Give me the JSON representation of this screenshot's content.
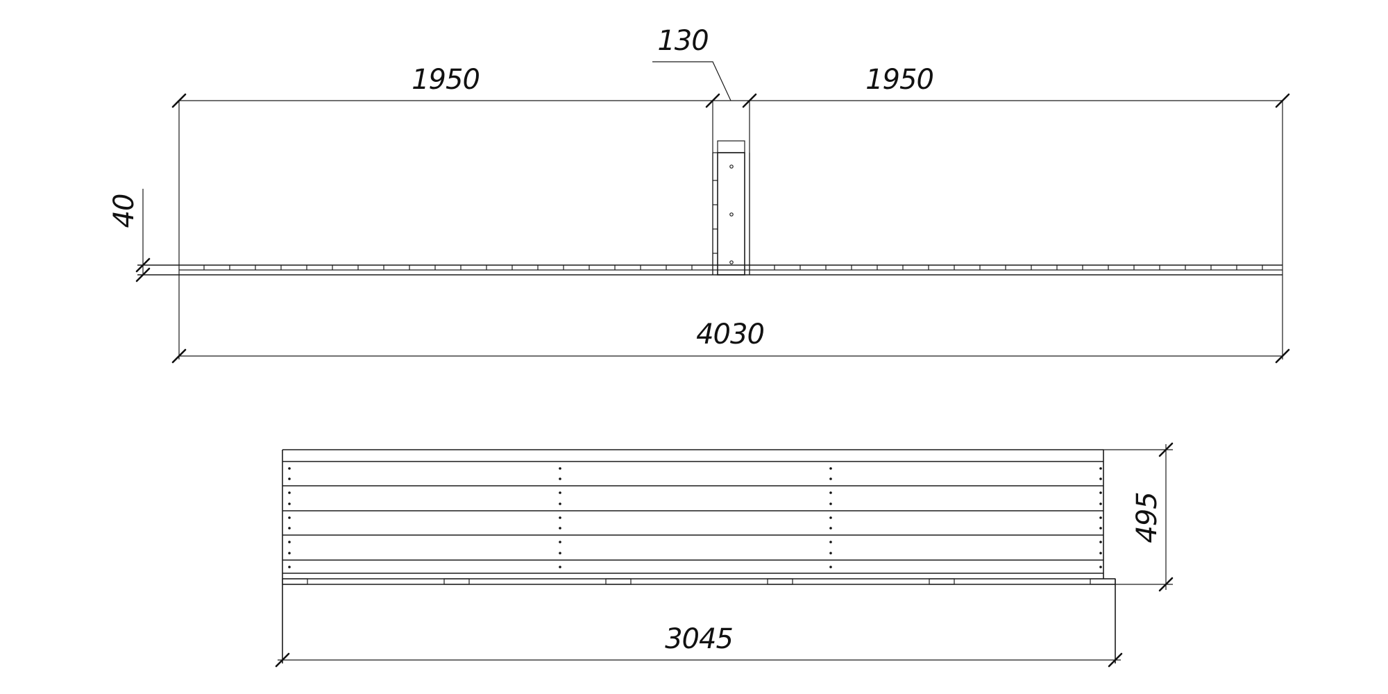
{
  "top_view": {
    "dim_left_section": "1950",
    "dim_right_section": "1950",
    "dim_center_post": "130",
    "dim_thickness": "40",
    "dim_overall_length": "4030"
  },
  "bottom_view": {
    "dim_height": "495",
    "dim_length": "3045"
  },
  "colors": {
    "line": "#1a1a1a",
    "background": "#ffffff"
  }
}
